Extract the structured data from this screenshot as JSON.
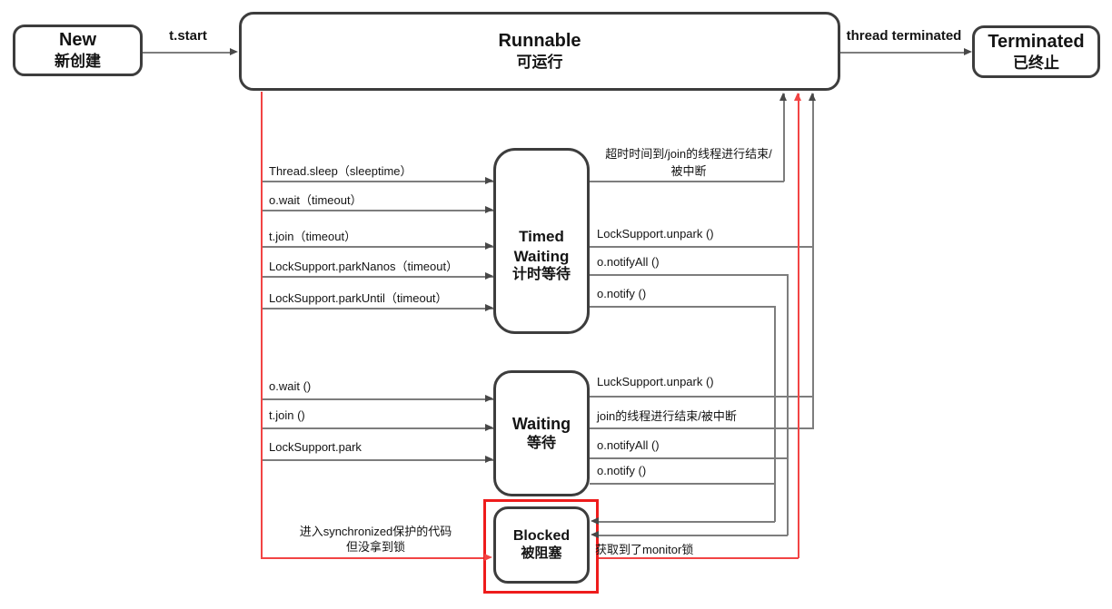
{
  "diagram_title": "Java thread state diagram",
  "colors": {
    "box_border": "#3d3d3d",
    "line_gray": "#7d7d7d",
    "arrow_dark": "#484848",
    "red_line": "#f24444",
    "red_frame": "#ee1c1c"
  },
  "states": {
    "new": {
      "name": "New",
      "name_zh": "新创建"
    },
    "runnable": {
      "name": "Runnable",
      "name_zh": "可运行"
    },
    "terminated": {
      "name": "Terminated",
      "name_zh": "已终止"
    },
    "timed_waiting": {
      "name": "Timed Waiting",
      "name_zh": "计时等待"
    },
    "waiting": {
      "name": "Waiting",
      "name_zh": "等待"
    },
    "blocked": {
      "name": "Blocked",
      "name_zh": "被阻塞"
    }
  },
  "transitions": {
    "new_to_runnable": "t.start",
    "runnable_to_terminated": "thread terminated",
    "runnable_to_timed_waiting": [
      "Thread.sleep（sleeptime）",
      "o.wait（timeout）",
      "t.join（timeout）",
      "LockSupport.parkNanos（timeout）",
      "LockSupport.parkUntil（timeout）"
    ],
    "runnable_to_waiting": [
      "o.wait ()",
      "t.join ()",
      "LockSupport.park"
    ],
    "timed_waiting_to_runnable": {
      "timeout_note": "超时时间到/join的线程进行结束/\n被中断",
      "unpark": "LockSupport.unpark ()"
    },
    "timed_waiting_to_blocked": {
      "notify_all": "o.notifyAll ()",
      "notify": "o.notify ()"
    },
    "waiting_to_runnable": {
      "unpark": "LuckSupport.unpark ()",
      "join_end": "join的线程进行结束/被中断"
    },
    "waiting_to_blocked": {
      "notify_all": "o.notifyAll ()",
      "notify": "o.notify ()"
    },
    "runnable_to_blocked": "进入synchronized保护的代码\n但没拿到锁",
    "blocked_to_runnable": "获取到了monitor锁"
  }
}
